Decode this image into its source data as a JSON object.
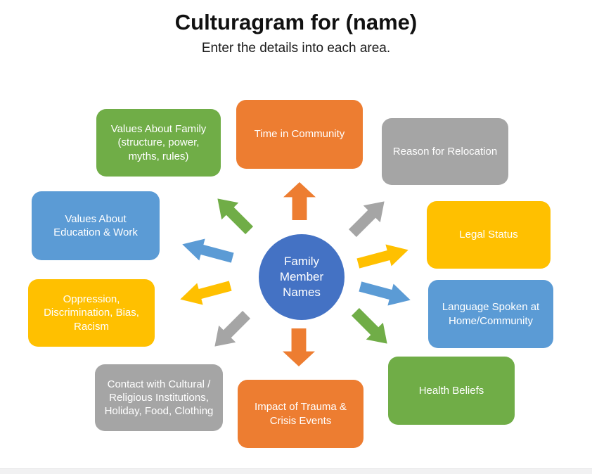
{
  "title": "Culturagram for (name)",
  "subtitle": "Enter the details into each area.",
  "center": {
    "label": "Family Member Names",
    "color": "#4472C4"
  },
  "palette": {
    "orange": "#ED7D31",
    "green": "#70AD47",
    "gray": "#A5A5A5",
    "yellow": "#FFC000",
    "blue": "#5B9BD5",
    "center_blue": "#4472C4"
  },
  "boxes": [
    {
      "id": "values-about-family",
      "label": "Values About Family (structure, power, myths, rules)",
      "color": "#70AD47"
    },
    {
      "id": "time-in-community",
      "label": "Time in Community",
      "color": "#ED7D31"
    },
    {
      "id": "reason-for-relocation",
      "label": "Reason for Relocation",
      "color": "#A5A5A5"
    },
    {
      "id": "legal-status",
      "label": "Legal Status",
      "color": "#FFC000"
    },
    {
      "id": "language-spoken-at-home-community",
      "label": "Language Spoken at Home/Community",
      "color": "#5B9BD5"
    },
    {
      "id": "health-beliefs",
      "label": "Health Beliefs",
      "color": "#70AD47"
    },
    {
      "id": "impact-of-trauma-crisis-events",
      "label": "Impact of Trauma & Crisis Events",
      "color": "#ED7D31"
    },
    {
      "id": "contact-with-cultural-religious-institutions",
      "label": "Contact with Cultural / Religious Institutions, Holiday, Food, Clothing",
      "color": "#A5A5A5"
    },
    {
      "id": "oppression-discrimination-bias-racism",
      "label": "Oppression, Discrimination, Bias, Racism",
      "color": "#FFC000"
    },
    {
      "id": "values-about-education-work",
      "label": "Values About Education & Work",
      "color": "#5B9BD5"
    }
  ],
  "arrows": [
    {
      "id": "arrow-up",
      "direction": "up",
      "color": "#ED7D31"
    },
    {
      "id": "arrow-up-left",
      "direction": "up-left",
      "color": "#70AD47"
    },
    {
      "id": "arrow-left-up",
      "direction": "left-up",
      "color": "#5B9BD5"
    },
    {
      "id": "arrow-left-down",
      "direction": "left-down",
      "color": "#FFC000"
    },
    {
      "id": "arrow-down-left",
      "direction": "down-left",
      "color": "#A5A5A5"
    },
    {
      "id": "arrow-down",
      "direction": "down",
      "color": "#ED7D31"
    },
    {
      "id": "arrow-down-right",
      "direction": "down-right",
      "color": "#70AD47"
    },
    {
      "id": "arrow-right-down",
      "direction": "right-down",
      "color": "#5B9BD5"
    },
    {
      "id": "arrow-right-up",
      "direction": "right-up",
      "color": "#FFC000"
    },
    {
      "id": "arrow-up-right",
      "direction": "up-right",
      "color": "#A5A5A5"
    }
  ]
}
